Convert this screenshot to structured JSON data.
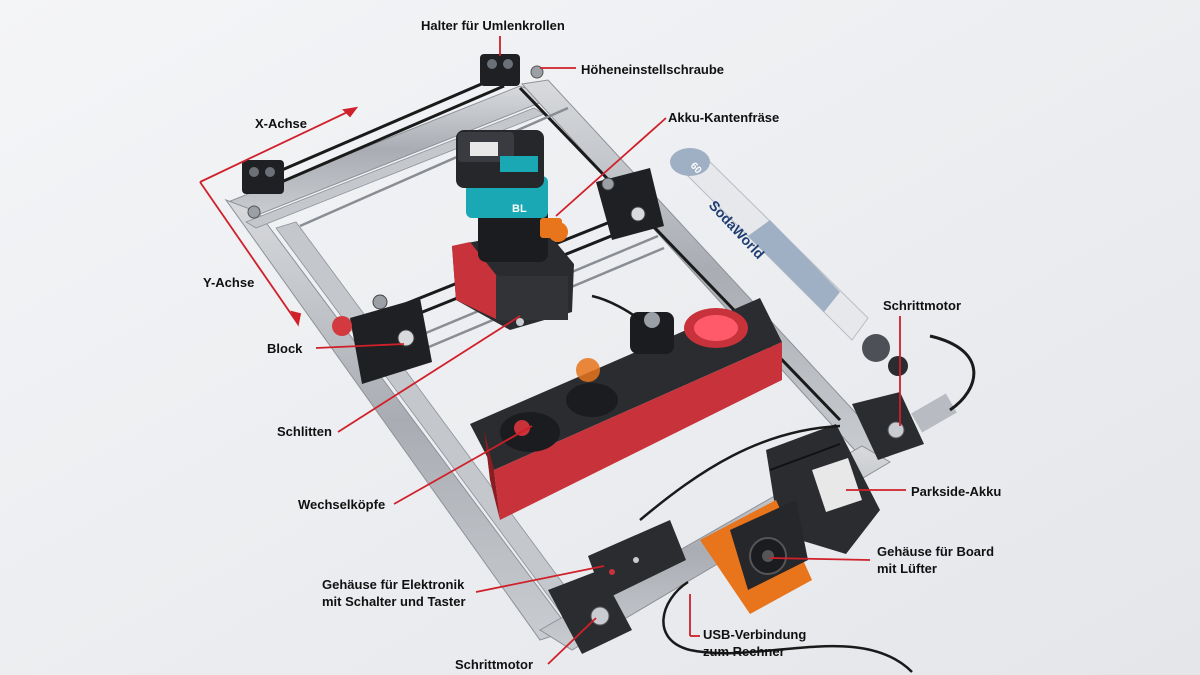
{
  "labels": {
    "halter": "Halter für Umlenkrollen",
    "hoehe": "Höheneinstellschraube",
    "x_achse": "X-Achse",
    "akku_fraese": "Akku-Kantenfräse",
    "y_achse": "Y-Achse",
    "schrittmotor_right": "Schrittmotor",
    "block": "Block",
    "schlitten": "Schlitten",
    "parkside": "Parkside-Akku",
    "wechselkoepfe": "Wechselköpfe",
    "gehaeuse_board_1": "Gehäuse für Board",
    "gehaeuse_board_2": "mit Lüfter",
    "gehaeuse_elektronik_1": "Gehäuse für Elektronik",
    "gehaeuse_elektronik_2": "mit Schalter und Taster",
    "usb_1": "USB-Verbindung",
    "usb_2": "zum Rechner",
    "schrittmotor_bottom": "Schrittmotor"
  },
  "product_text": {
    "bottle_brand": "SodaWorld",
    "bottle_size": "60",
    "tool_badge": "BL"
  },
  "colors": {
    "annotation_line": "#d0202a",
    "background": "#eceef1",
    "frame": "#b8bcc2",
    "accent_red": "#c8323a",
    "accent_orange": "#e8741c",
    "tool_teal": "#1aa8b4"
  }
}
